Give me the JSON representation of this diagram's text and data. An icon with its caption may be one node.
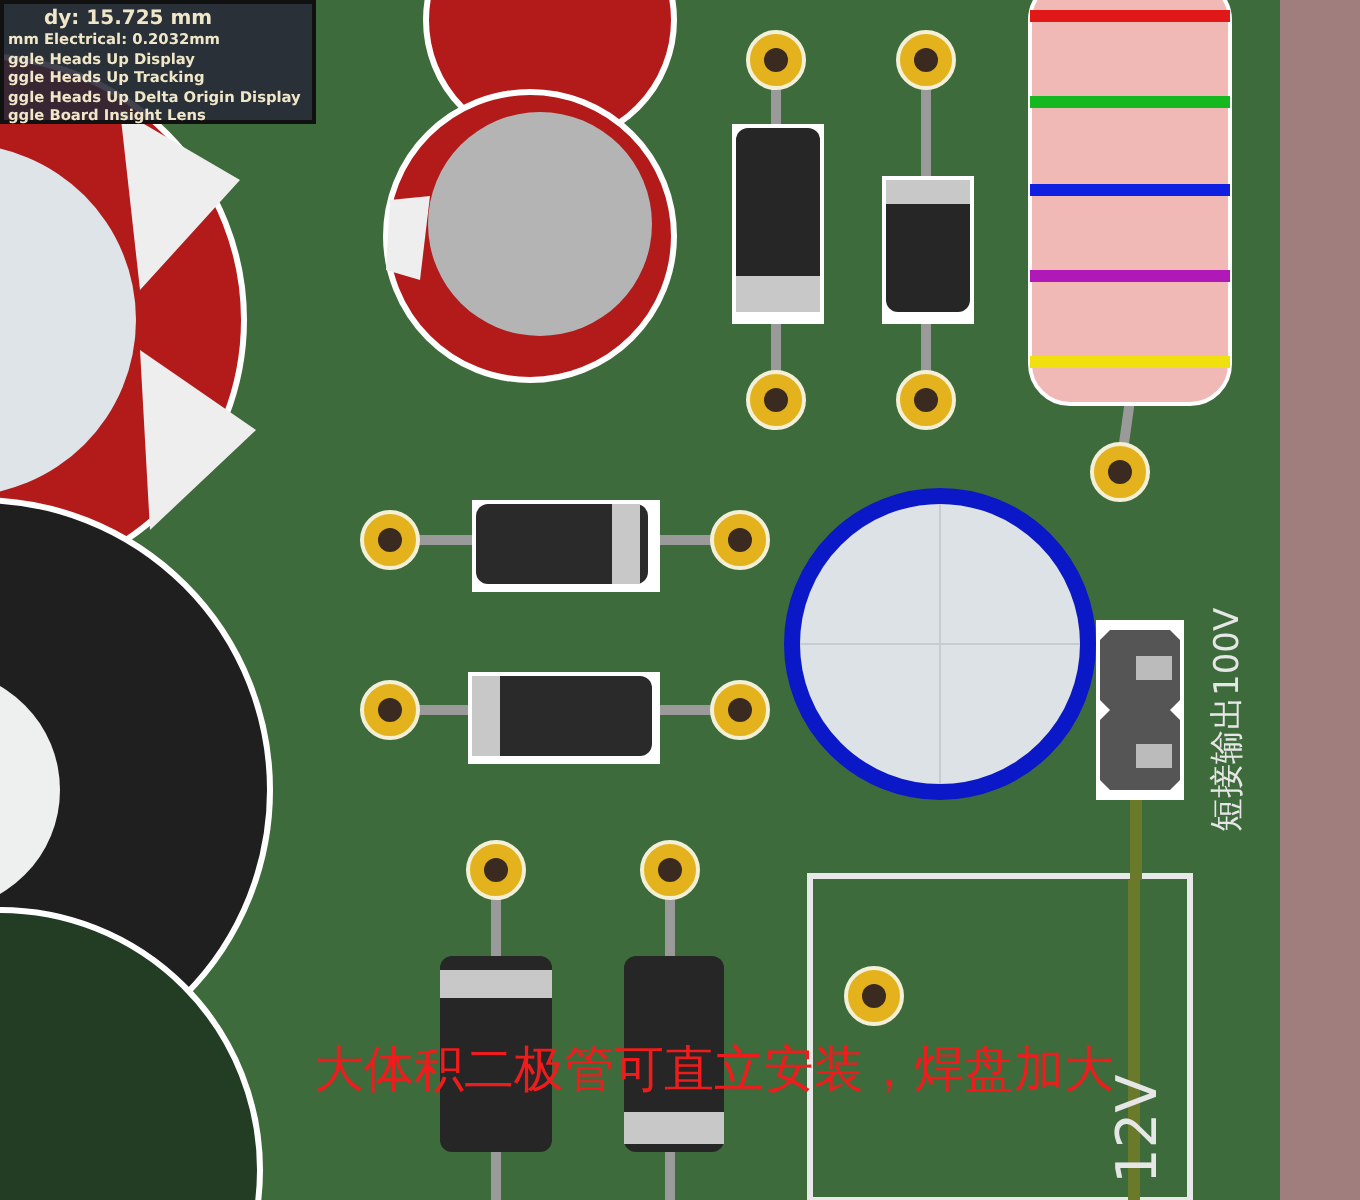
{
  "diagram": {
    "labels": [
      "dy: 15.725 mm",
      "mm Electrical: 0.2032mm",
      "ggle Heads Up Display",
      "ggle Heads Up Tracking",
      "ggle Heads Up Delta Origin Display",
      "ggle Board Insight Lens",
      "短接输出100V",
      "大体积二极管可直立安装，焊盘加大",
      "12V"
    ]
  }
}
